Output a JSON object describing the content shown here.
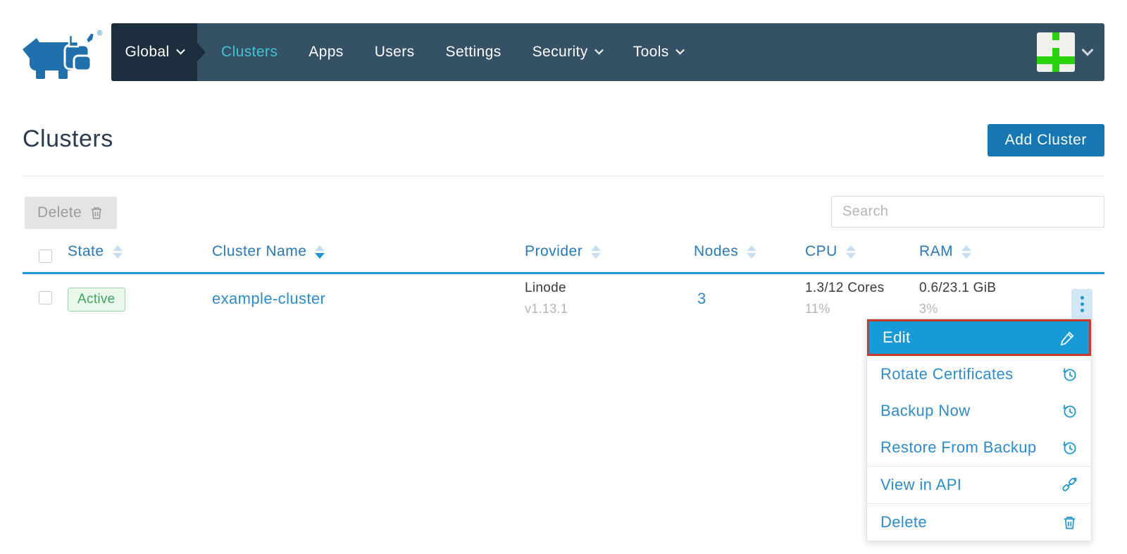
{
  "brand": {
    "logo": "rancher-cow-logo",
    "registered": "®"
  },
  "nav": {
    "global": {
      "label": "Global"
    },
    "items": [
      {
        "label": "Clusters",
        "active": true,
        "has_chevron": false
      },
      {
        "label": "Apps",
        "active": false,
        "has_chevron": false
      },
      {
        "label": "Users",
        "active": false,
        "has_chevron": false
      },
      {
        "label": "Settings",
        "active": false,
        "has_chevron": false
      },
      {
        "label": "Security",
        "active": false,
        "has_chevron": true
      },
      {
        "label": "Tools",
        "active": false,
        "has_chevron": true
      }
    ],
    "avatar_icon": "identicon-green"
  },
  "header": {
    "title": "Clusters",
    "add_button": "Add Cluster"
  },
  "toolbar": {
    "delete_button": "Delete",
    "search_placeholder": "Search",
    "search_value": ""
  },
  "table": {
    "columns": [
      {
        "label": "State",
        "sortable": true,
        "active_sort": false
      },
      {
        "label": "Cluster Name",
        "sortable": true,
        "active_sort": true
      },
      {
        "label": "Provider",
        "sortable": true,
        "active_sort": false
      },
      {
        "label": "Nodes",
        "sortable": true,
        "active_sort": false
      },
      {
        "label": "CPU",
        "sortable": true,
        "active_sort": false
      },
      {
        "label": "RAM",
        "sortable": true,
        "active_sort": false
      }
    ],
    "rows": [
      {
        "state": "Active",
        "name": "example-cluster",
        "provider": "Linode",
        "provider_version": "v1.13.1",
        "nodes": "3",
        "cpu": "1.3/12 Cores",
        "cpu_percent": "11%",
        "ram": "0.6/23.1 GiB",
        "ram_percent": "3%"
      }
    ]
  },
  "row_menu": {
    "items": [
      {
        "label": "Edit",
        "icon": "pencil-icon",
        "highlighted": true
      },
      {
        "label": "Rotate Certificates",
        "icon": "history-icon",
        "highlighted": false
      },
      {
        "label": "Backup Now",
        "icon": "history-icon",
        "highlighted": false
      },
      {
        "label": "Restore From Backup",
        "icon": "history-icon",
        "highlighted": false
      },
      {
        "label": "View in API",
        "icon": "api-link-icon",
        "highlighted": false
      },
      {
        "label": "Delete",
        "icon": "trash-icon",
        "highlighted": false
      }
    ]
  },
  "colors": {
    "navbar": "#355166",
    "navbar_global": "#1c2d3d",
    "nav_active_teal": "#41c5d2",
    "accent_blue": "#1e96d6",
    "link_blue": "#2e8cc8",
    "primary_button": "#1777b2",
    "menu_highlight": "#189ad6",
    "highlight_red_border": "#c63a27",
    "badge_green_text": "#3fa45c",
    "badge_green_bg": "#e9f7ed",
    "identicon_green": "#2bd30e",
    "logo_blue": "#1f70ad"
  }
}
